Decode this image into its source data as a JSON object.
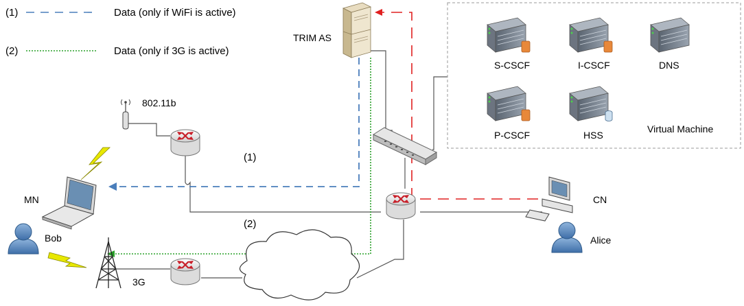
{
  "legend": [
    {
      "marker": "(1)",
      "text": "Data (only if WiFi is active)",
      "color": "#4a7ebb",
      "style": "dashed"
    },
    {
      "marker": "(2)",
      "text": "Data (only if 3G is active)",
      "color": "#2aa02a",
      "style": "dotted"
    }
  ],
  "labels": {
    "trim_as": "TRIM AS",
    "ap": "802.11b",
    "mn": "MN",
    "bob": "Bob",
    "cn": "CN",
    "alice": "Alice",
    "g3": "3G",
    "path1": "(1)",
    "path2": "(2)"
  },
  "virtual_machine": {
    "label": "Virtual Machine",
    "servers": [
      "S-CSCF",
      "I-CSCF",
      "DNS",
      "P-CSCF",
      "HSS"
    ]
  },
  "colors": {
    "wifi_path": "#4a7ebb",
    "g3_path": "#2aa02a",
    "signaling": "#e02020",
    "router": "#c8202a",
    "link": "#555555"
  }
}
